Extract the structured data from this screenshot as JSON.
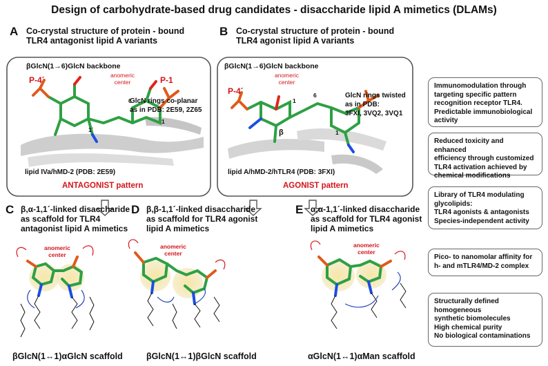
{
  "title": "Design of carbohydrate-based drug candidates - disaccharide lipid A mimetics (DLAMs)",
  "panelA": {
    "letter": "A",
    "heading_l1": "Co-crystal structure of protein - bound",
    "heading_l2": "TLR4 antagonist lipid A variants",
    "backbone": "βGlcN(1→6)GlcN backbone",
    "p4": "P-4´",
    "p1": "P-1",
    "anomeric_l1": "anomeric",
    "anomeric_l2": "center",
    "num1": "1",
    "num6": "6",
    "num1b": "1´",
    "rings_l1": "GlcN rings co-planar",
    "rings_l2": "as in PDB: 2E59, 2Z65",
    "structure": "lipid IVa/hMD-2 (PDB: 2E59)",
    "pattern": "ANTAGONIST pattern"
  },
  "panelB": {
    "letter": "B",
    "heading_l1": "Co-crystal structure of protein - bound",
    "heading_l2": "TLR4 agonist lipid A variants",
    "backbone": "βGlcN(1→6)GlcN backbone",
    "p4": "P-4´",
    "anomeric_l1": "anomeric",
    "anomeric_l2": "center",
    "num1": "1",
    "num6": "6",
    "num1b": "1",
    "beta": "β",
    "rings_l1": "GlcN rings twisted",
    "rings_l2": "as in PDB:",
    "rings_l3": "3FXI, 3VQ2, 3VQ1",
    "structure": "lipid A/hMD-2/hTLR4 (PDB: 3FXI)",
    "pattern": "AGONIST pattern"
  },
  "panelC": {
    "letter": "C",
    "heading_l1": "β,α-1,1´-linked disaccharide",
    "heading_l2": "as scaffold for TLR4",
    "heading_l3": "antagonist lipid A mimetics",
    "anomeric_l1": "anomeric",
    "anomeric_l2": "center",
    "caption": "βGlcN(1↔1)αGlcN scaffold"
  },
  "panelD": {
    "letter": "D",
    "heading_l1": "β,β-1,1´-linked disaccharide",
    "heading_l2": "as scaffold for TLR4 agonist",
    "heading_l3": "lipid A mimetics",
    "anomeric_l1": "anomeric",
    "anomeric_l2": "center",
    "caption": "βGlcN(1↔1)βGlcN scaffold"
  },
  "panelE": {
    "letter": "E",
    "heading_l1": "α,α-1,1´-linked disaccharide",
    "heading_l2": "as scaffold for TLR4 agonist",
    "heading_l3": "lipid A mimetics",
    "anomeric_l1": "anomeric",
    "anomeric_l2": "center",
    "caption": "αGlcN(1↔1)αMan scaffold"
  },
  "sidebar": {
    "box1": [
      "Immunomodulation through",
      "targeting specific pattern",
      "recognition receptor TLR4.",
      "Predictable immunobiological",
      "activity"
    ],
    "box2": [
      "Reduced toxicity and enhanced",
      "efficiency through customized",
      "TLR4 activation achieved by",
      "chemical modifications"
    ],
    "box3": [
      "Library of TLR4 modulating",
      "glycolipids:",
      "TLR4 agonists & antagonists",
      "Species-independent activity"
    ],
    "box4": [
      "Pico- to nanomolar affinity for",
      "h- and mTLR4/MD-2 complex"
    ],
    "box5": [
      "Structurally defined",
      "homogeneous",
      "synthetic biomolecules",
      "High chemical purity",
      "No biological contaminations"
    ]
  }
}
